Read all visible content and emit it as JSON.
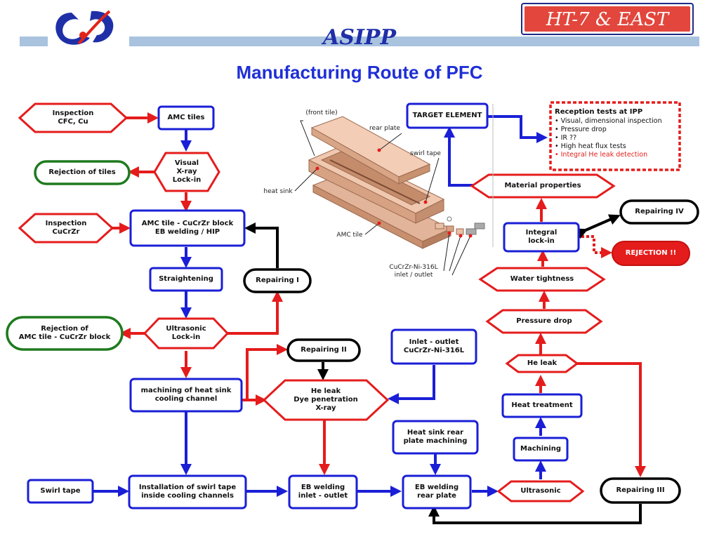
{
  "header": {
    "badge": "HT-7 & EAST",
    "org": "ASIPP",
    "title": "Manufacturing Route of PFC"
  },
  "colors": {
    "blue": "#1a1fd6",
    "red": "#e51c1c",
    "green": "#1e7a1e",
    "black": "#000000"
  },
  "nodes": {
    "inspection_cfc": "Inspection\nCFC, Cu",
    "amc_tiles": "AMC tiles",
    "visual_xray": "Visual\nX-ray\nLock-in",
    "rejection_tiles": "Rejection of tiles",
    "inspection_cucrzr": "Inspection\nCuCrZr",
    "amc_block": "AMC tile - CuCrZr block\nEB welding / HIP",
    "straightening": "Straightening",
    "repairing_1": "Repairing I",
    "rejection_block": "Rejection of\nAMC tile - CuCrZr block",
    "ultrasonic_lock": "Ultrasonic\nLock-in",
    "machining_heat_sink": "machining of heat sink\ncooling channel",
    "repairing_2": "Repairing II",
    "he_leak_dye": "He leak\nDye penetration\nX-ray",
    "inlet_outlet": "Inlet - outlet\nCuCrZr-Ni-316L",
    "swirl_tape": "Swirl tape",
    "installation_swirl": "Installation of swirl tape\ninside cooling channels",
    "eb_inlet": "EB welding\ninlet - outlet",
    "heat_sink_rear": "Heat sink rear\nplate machining",
    "eb_rear": "EB welding\nrear plate",
    "ultrasonic": "Ultrasonic",
    "repairing_3": "Repairing III",
    "machining": "Machining",
    "heat_treatment": "Heat treatment",
    "he_leak": "He leak",
    "pressure_drop": "Pressure drop",
    "water_tightness": "Water tightness",
    "integral_lock": "Integral\nlock-in",
    "repairing_4": "Repairing IV",
    "rejection": "REJECTION !!",
    "material_properties": "Material properties",
    "target_element": "TARGET ELEMENT"
  },
  "reception": {
    "title": "Reception tests at IPP",
    "items": [
      "• Visual, dimensional inspection",
      "• Pressure drop",
      "• IR ??",
      "• High heat flux tests"
    ],
    "highlight": "• Integral He leak detection"
  },
  "illustration": {
    "front_tile": "(front tile)",
    "rear_plate": "rear plate",
    "swirl_tape": "swirl tape",
    "heat_sink": "heat sink",
    "amc_tile": "AMC tile",
    "cucrzr": "CuCrZr-Ni-316L\ninlet / outlet"
  }
}
